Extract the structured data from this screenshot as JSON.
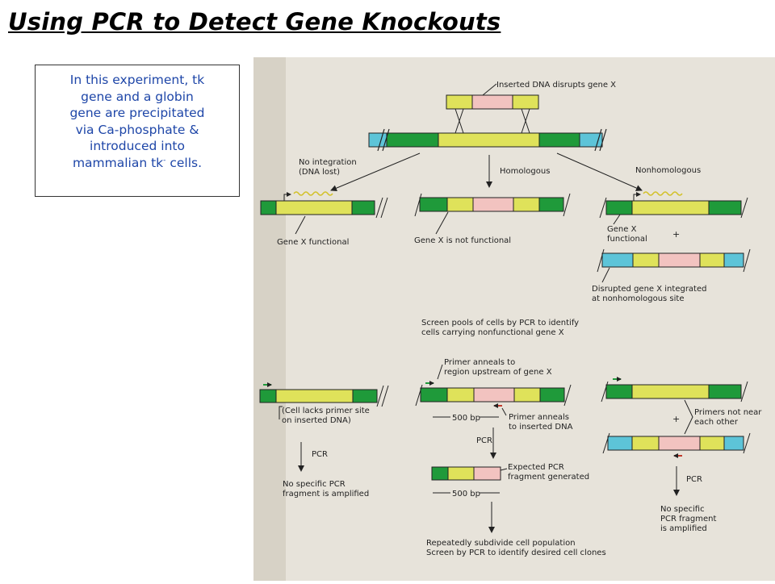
{
  "page": {
    "title": "Using PCR to Detect Gene Knockouts"
  },
  "note": {
    "line1": "In this experiment, tk",
    "line2": "gene and a globin",
    "line3": "gene are precipitated",
    "line4": "via Ca-phosphate &",
    "line5": "introduced into",
    "line6_pre": "mammalian tk",
    "line6_sup": "-",
    "line6_post": " cells."
  },
  "figure": {
    "inserted_label": "Inserted DNA disrupts gene X",
    "no_integration_1": "No integration",
    "no_integration_2": "(DNA lost)",
    "homologous": "Homologous",
    "nonhomologous": "Nonhomologous",
    "gene_functional": "Gene X functional",
    "gene_not_functional": "Gene X is not functional",
    "gene_x": "Gene X",
    "functional": "functional",
    "plus": "+",
    "disrupted_1": "Disrupted gene X integrated",
    "disrupted_2": "at nonhomologous site",
    "screen_1": "Screen pools of cells by PCR to identify",
    "screen_2": "cells carrying nonfunctional gene X",
    "primer_anneals_1": "Primer anneals to",
    "primer_anneals_2": "region upstream of gene X",
    "cell_lacks_1": "(Cell lacks primer site",
    "cell_lacks_2": "on inserted DNA)",
    "bp500": "500 bp",
    "primer_inserted_1": "Primer anneals",
    "primer_inserted_2": "to inserted DNA",
    "primers_not_near_1": "Primers not near",
    "primers_not_near_2": "each other",
    "pcr": "PCR",
    "no_specific_1": "No specific PCR",
    "no_specific_2": "fragment is amplified",
    "expected_1": "Expected PCR",
    "expected_2": "fragment generated",
    "no_specific_r1": "No specific",
    "no_specific_r2": "PCR fragment",
    "no_specific_r3": "is amplified",
    "repeat_1": "Repeatedly subdivide cell population",
    "repeat_2": "Screen by PCR to identify desired cell clones"
  },
  "colors": {
    "green": "#1f9a3a",
    "yellow": "#dfe25a",
    "pink": "#f2c3c0",
    "blue": "#5dc4d8",
    "text_blue": "#1e46a8",
    "scan_bg": "#e7e3da"
  }
}
